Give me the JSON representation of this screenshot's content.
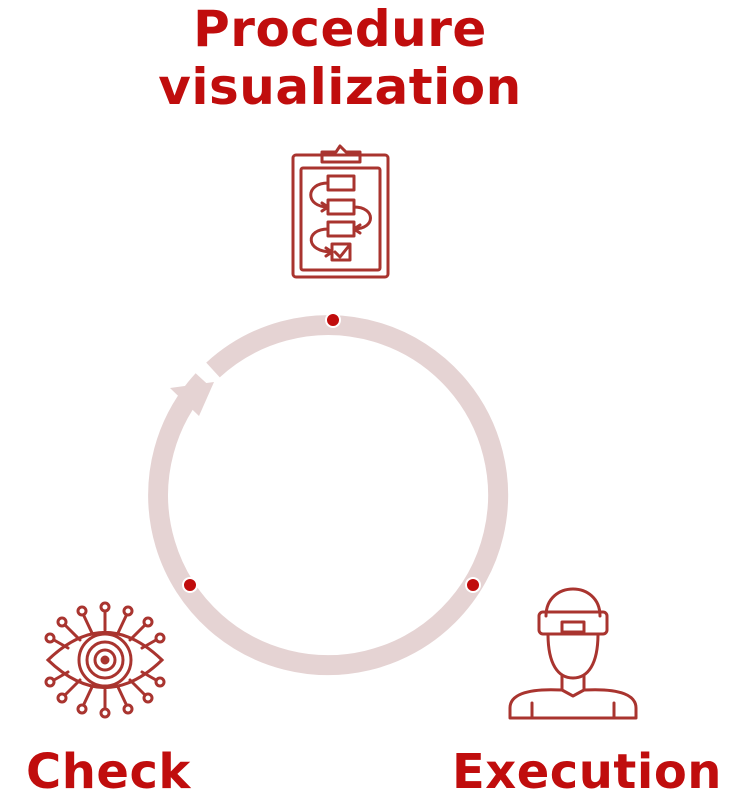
{
  "diagram": {
    "title_line1": "Procedure",
    "title_line2": "visualization",
    "check_label": "Check",
    "execution_label": "Execution",
    "colors": {
      "accent": "#c00d0d",
      "icon": "#a9342f",
      "ring": "#e5d3d3",
      "dot": "#c00d0d"
    },
    "icons": [
      "clipboard-procedure-icon",
      "eye-circuit-icon",
      "vr-headset-person-icon"
    ]
  }
}
